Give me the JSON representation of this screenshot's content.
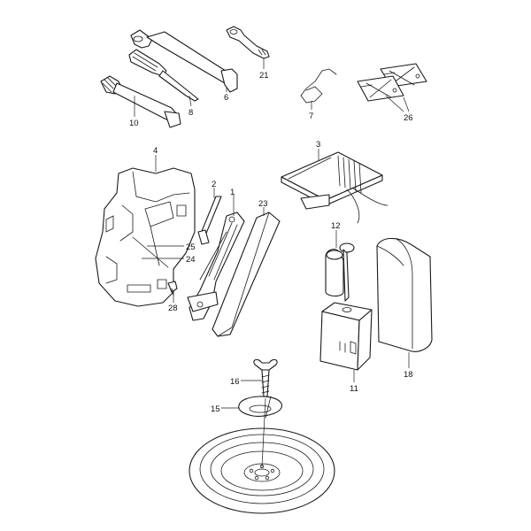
{
  "diagram": {
    "callouts": [
      {
        "id": "c1",
        "label": "1"
      },
      {
        "id": "c2",
        "label": "2"
      },
      {
        "id": "c3",
        "label": "3"
      },
      {
        "id": "c4",
        "label": "4"
      },
      {
        "id": "c6",
        "label": "6"
      },
      {
        "id": "c7",
        "label": "7"
      },
      {
        "id": "c8",
        "label": "8"
      },
      {
        "id": "c10",
        "label": "10"
      },
      {
        "id": "c11",
        "label": "11"
      },
      {
        "id": "c12",
        "label": "12"
      },
      {
        "id": "c15",
        "label": "15"
      },
      {
        "id": "c16",
        "label": "16"
      },
      {
        "id": "c18",
        "label": "18"
      },
      {
        "id": "c21",
        "label": "21"
      },
      {
        "id": "c23",
        "label": "23"
      },
      {
        "id": "c24",
        "label": "24"
      },
      {
        "id": "c25",
        "label": "25"
      },
      {
        "id": "c26",
        "label": "26"
      },
      {
        "id": "c28",
        "label": "28"
      }
    ]
  }
}
